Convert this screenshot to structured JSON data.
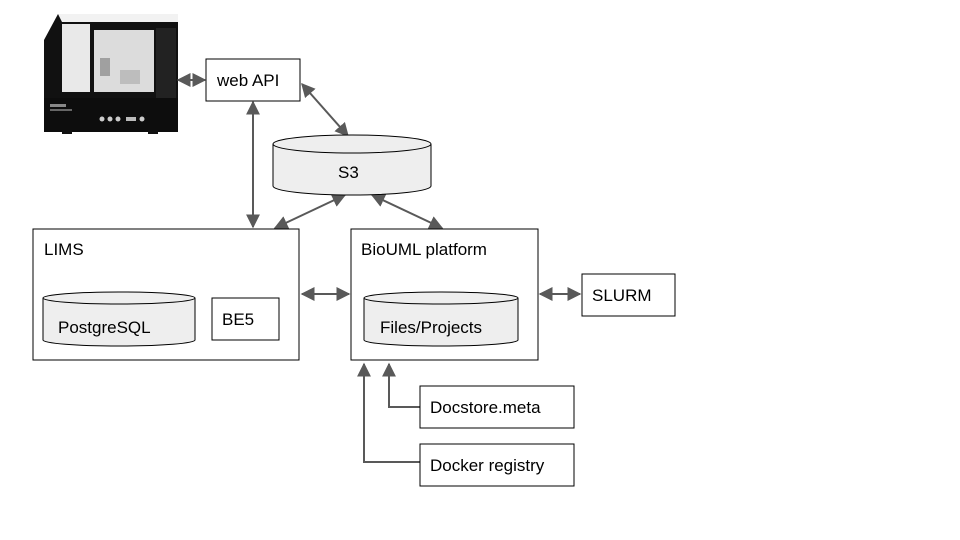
{
  "nodes": {
    "web_api": "web API",
    "s3": "S3",
    "lims": "LIMS",
    "postgresql": "PostgreSQL",
    "be5": "BE5",
    "bioumL_platform": "BioUML platform",
    "files_projects": "Files/Projects",
    "slurm": "SLURM",
    "docstore_meta": "Docstore.meta",
    "docker_registry": "Docker registry"
  },
  "colors": {
    "stroke": "#000000",
    "cylinder_fill": "#eeeeee",
    "arrow": "#595959"
  },
  "instrument_image": "lab-instrument-photo"
}
